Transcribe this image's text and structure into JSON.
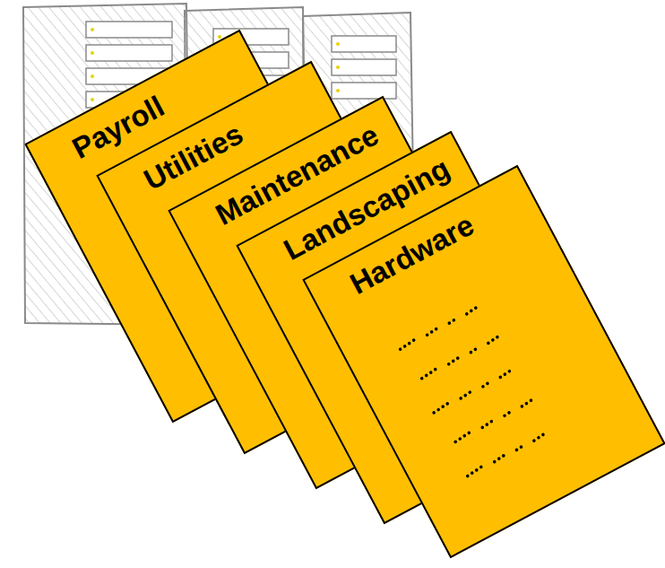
{
  "diagram": {
    "nodes": [
      {
        "text": [
          "Payroll"
        ]
      },
      {
        "text": [
          "Utilities"
        ]
      },
      {
        "text": [
          "Maintenance"
        ]
      },
      {
        "text": [
          "Landscaping"
        ]
      },
      {
        "text": [
          "Hardware"
        ]
      }
    ]
  }
}
